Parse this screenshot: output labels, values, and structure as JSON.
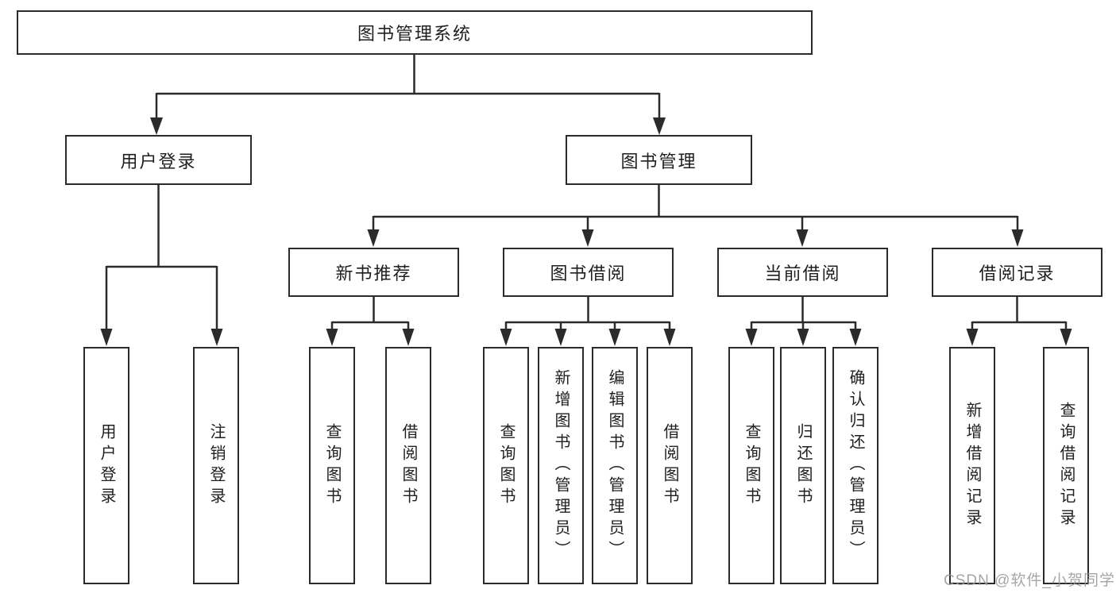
{
  "nodes": {
    "root": "图书管理系统",
    "user_login": "用户登录",
    "book_mgmt": "图书管理",
    "new_book_rec": "新书推荐",
    "book_borrow": "图书借阅",
    "current_borrow": "当前借阅",
    "borrow_records": "借阅记录",
    "leaves": {
      "user_login": [
        "用户登录",
        "注销登录"
      ],
      "new_book_rec": [
        "查询图书",
        "借阅图书"
      ],
      "book_borrow": [
        "查询图书",
        "新增图书（管理员）",
        "编辑图书（管理员）",
        "借阅图书"
      ],
      "current_borrow": [
        "查询图书",
        "归还图书",
        "确认归还（管理员）"
      ],
      "borrow_records": [
        "新增借阅记录",
        "查询借阅记录"
      ]
    }
  },
  "watermark": "CSDN @软件_小贺同学",
  "colors": {
    "line": "#2b2b2b",
    "text": "#1f1f1f",
    "watermark": "#969696",
    "background": "#ffffff"
  }
}
